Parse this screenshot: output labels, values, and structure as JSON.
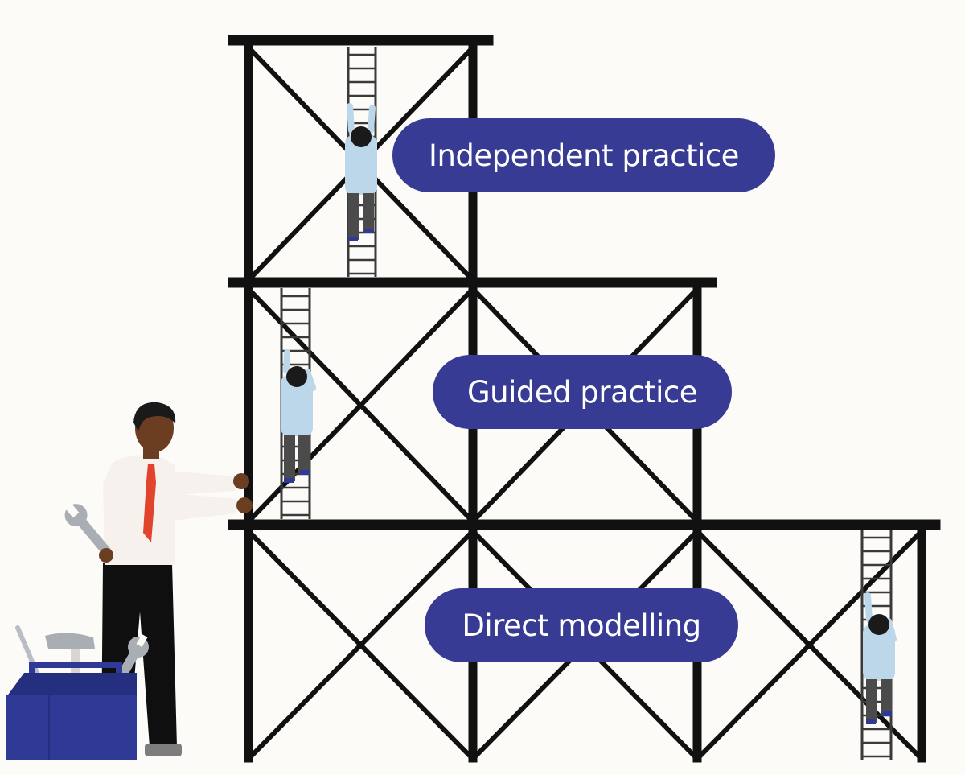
{
  "labels": {
    "top": "Independent practice",
    "middle": "Guided practice",
    "bottom": "Direct modelling"
  },
  "colors": {
    "background": "#fdfbf8",
    "frame": "#111111",
    "label_fill": "#383b93",
    "label_text": "#ffffff",
    "shirt": "#bcd6ea",
    "toolbox": "#2e3a96",
    "tie": "#e0442d"
  }
}
